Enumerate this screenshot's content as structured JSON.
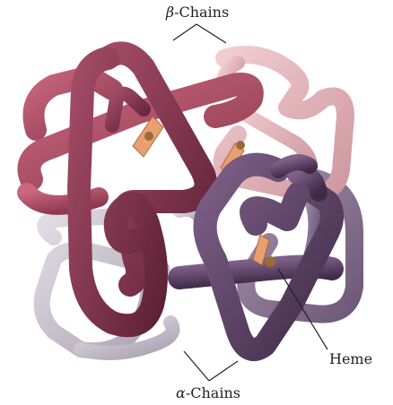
{
  "labels": {
    "beta_prefix": "β",
    "beta_suffix": "-Chains",
    "alpha_prefix": "α",
    "alpha_suffix": "-Chains",
    "heme": "Heme"
  },
  "colors": {
    "beta_dark": "#8a3a55",
    "beta_mid": "#b4566e",
    "beta_light": "#e2b3b8",
    "alpha_dark": "#5e4466",
    "alpha_mid": "#8a7392",
    "alpha_light": "#c9c2cf",
    "heme": "#e8a070"
  }
}
